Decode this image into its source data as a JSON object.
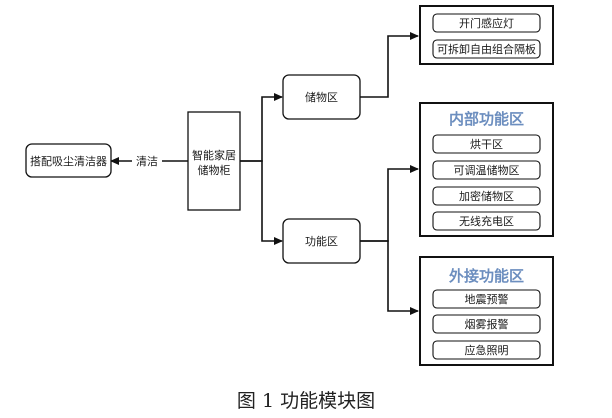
{
  "diagram": {
    "center": "智能家居储物柜",
    "center_line1": "智能家居",
    "center_line2": "储物柜",
    "left_node": "搭配吸尘清洁器",
    "left_edge_label": "清洁",
    "storage_node": "储物区",
    "function_node": "功能区",
    "storage_items": [
      "开门感应灯",
      "可拆卸自由组合隔板"
    ],
    "internal_title": "内部功能区",
    "internal_items": [
      "烘干区",
      "可调温储物区",
      "加密储物区",
      "无线充电区"
    ],
    "external_title": "外接功能区",
    "external_items": [
      "地震预警",
      "烟雾报警",
      "应急照明"
    ],
    "title_color": "#6c8ebf"
  },
  "caption": "图 1 功能模块图"
}
